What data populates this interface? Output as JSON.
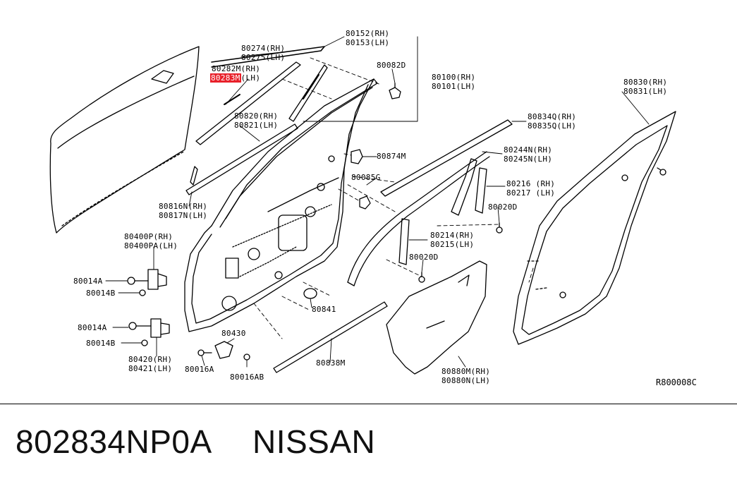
{
  "diagram": {
    "ref_code": "R800008C",
    "labels": {
      "l80152": "80152(RH)\n80153(LH)",
      "l80274": "80274(RH)\n80275(LH)",
      "l80282_top": "80282M(RH)",
      "l80282_hl": "80283M",
      "l80282_lh": "(LH)",
      "l80082": "80082D",
      "l80100": "80100(RH)\n80101(LH)",
      "l80820": "80820(RH)\n80821(LH)",
      "l80874": "80874M",
      "l80085": "80085G",
      "l80816": "80816N(RH)\n80817N(LH)",
      "l80400": "80400P(RH)\n80400PA(LH)",
      "l80014a1": "80014A",
      "l80014b1": "80014B",
      "l80014a2": "80014A",
      "l80014b2": "80014B",
      "l80420": "80420(RH)\n80421(LH)",
      "l80430": "80430",
      "l80016a": "80016A",
      "l80016ab": "80016AB",
      "l80841": "80841",
      "l80838": "80838M",
      "l80834": "80834Q(RH)\n80835Q(LH)",
      "l80244": "80244N(RH)\n80245N(LH)",
      "l80216": "80216 (RH)\n80217 (LH)",
      "l80020d1": "80020D",
      "l80214": "80214(RH)\n80215(LH)",
      "l80020d2": "80020D",
      "l80830": "80830(RH)\n80831(LH)",
      "l80880": "80880M(RH)\n80880N(LH)"
    }
  },
  "footer": {
    "part_number": "802834NP0A",
    "brand": "NISSAN"
  }
}
